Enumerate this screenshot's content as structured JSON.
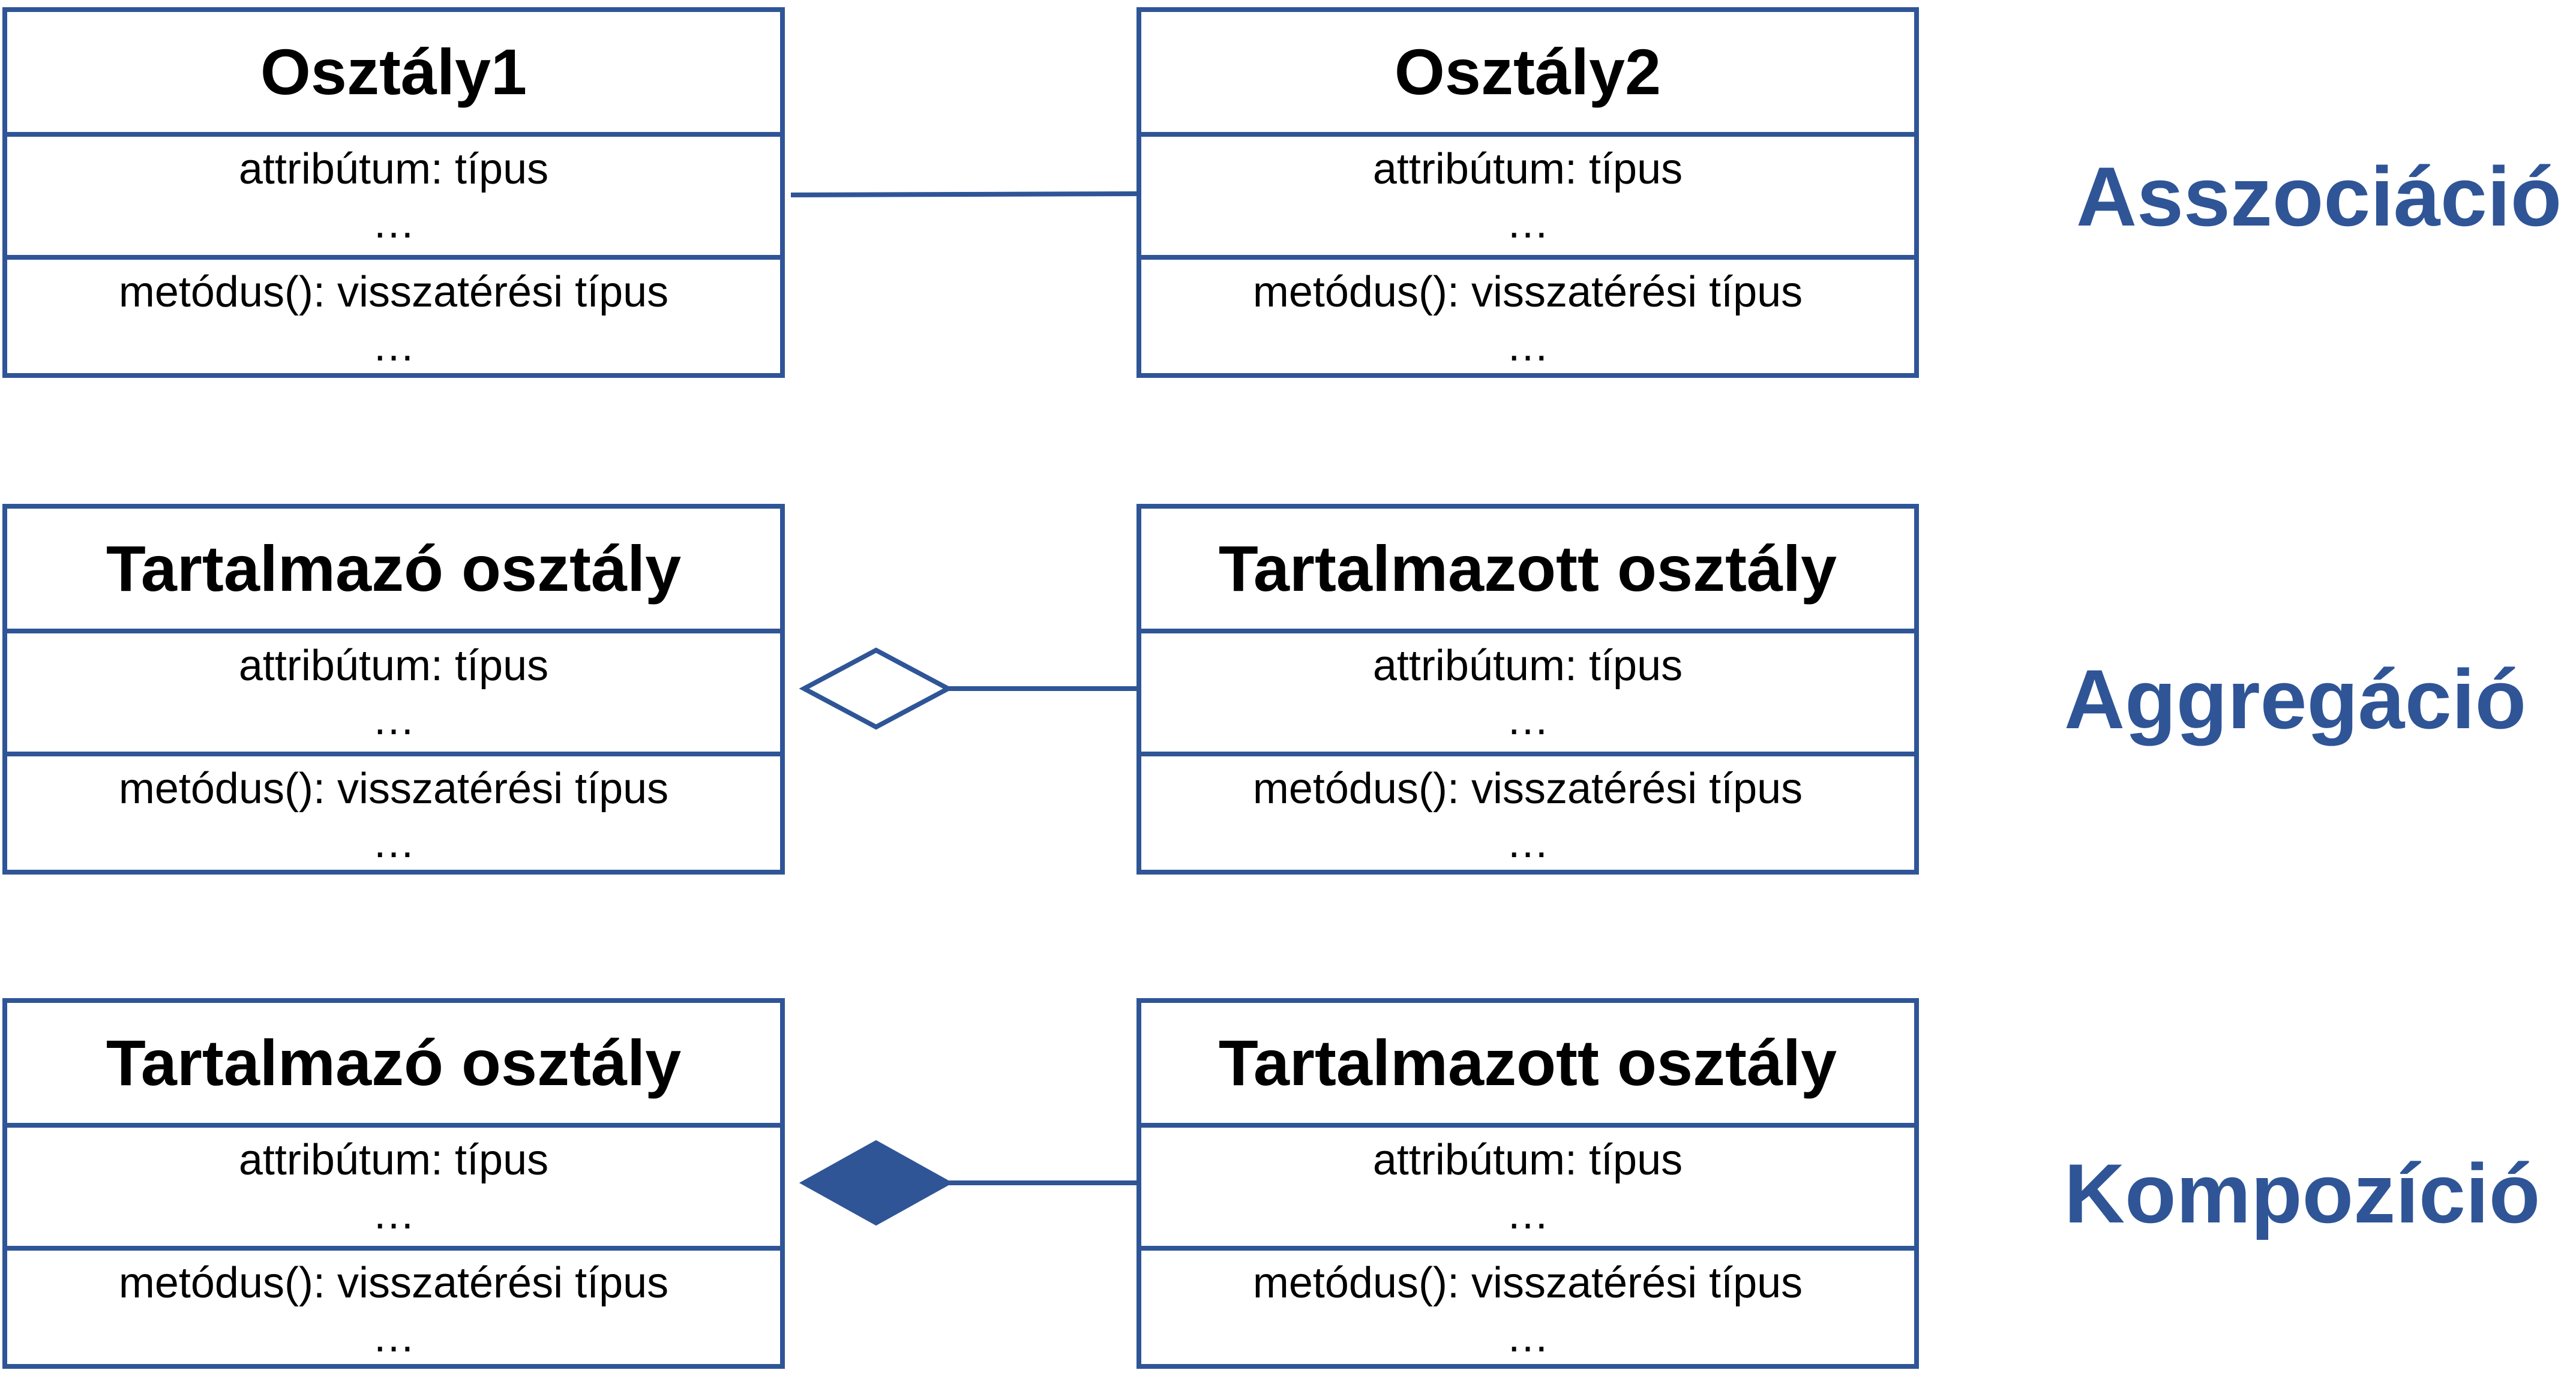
{
  "colors": {
    "stroke": "#2f5597",
    "label": "#2f5597",
    "text": "#000000"
  },
  "rows": [
    {
      "relation_label": "Asszociáció",
      "end_marker": "none",
      "left_class": {
        "name": "Osztály1",
        "attribute": "attribútum: típus",
        "attribute_more": "…",
        "method": "metódus(): visszatérési típus",
        "method_more": "…"
      },
      "right_class": {
        "name": "Osztály2",
        "attribute": "attribútum: típus",
        "attribute_more": "…",
        "method": "metódus(): visszatérési típus",
        "method_more": "…"
      }
    },
    {
      "relation_label": "Aggregáció",
      "end_marker": "hollow-diamond",
      "left_class": {
        "name": "Tartalmazó osztály",
        "attribute": "attribútum: típus",
        "attribute_more": "…",
        "method": "metódus(): visszatérési típus",
        "method_more": "…"
      },
      "right_class": {
        "name": "Tartalmazott osztály",
        "attribute": "attribútum: típus",
        "attribute_more": "…",
        "method": "metódus(): visszatérési típus",
        "method_more": "…"
      }
    },
    {
      "relation_label": "Kompozíció",
      "end_marker": "filled-diamond",
      "left_class": {
        "name": "Tartalmazó osztály",
        "attribute": "attribútum: típus",
        "attribute_more": "…",
        "method": "metódus(): visszatérési típus",
        "method_more": "…"
      },
      "right_class": {
        "name": "Tartalmazott osztály",
        "attribute": "attribútum: típus",
        "attribute_more": "…",
        "method": "metódus(): visszatérési típus",
        "method_more": "…"
      }
    }
  ]
}
